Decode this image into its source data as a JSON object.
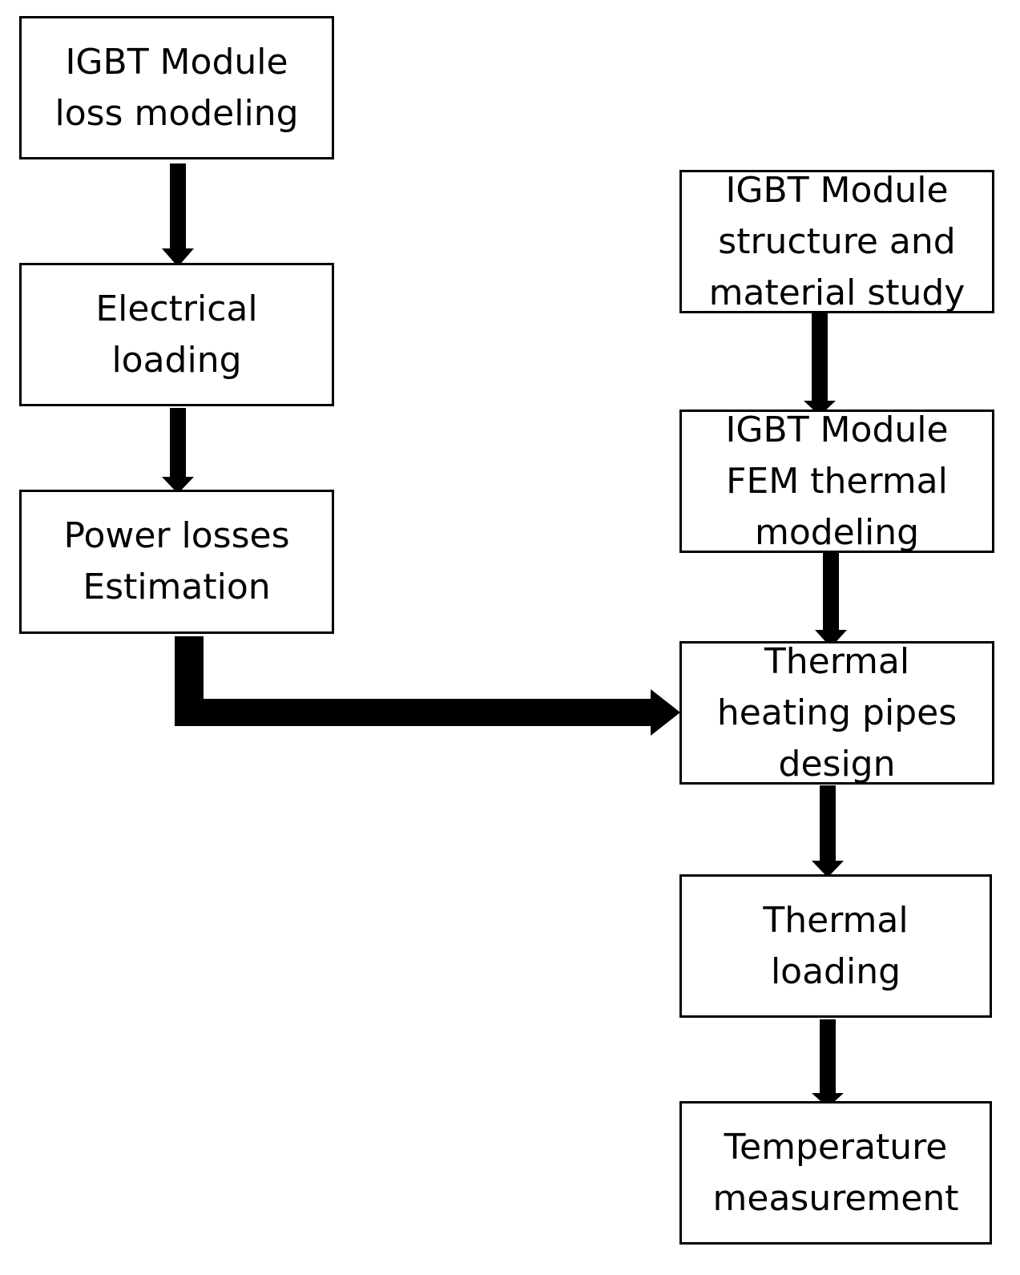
{
  "diagram": {
    "colors": {
      "stroke": "#000000",
      "fill": "#ffffff",
      "text": "#000000"
    },
    "nodes": {
      "loss_modeling": {
        "lines": [
          "IGBT Module",
          "loss modeling"
        ]
      },
      "electrical_loading": {
        "lines": [
          "Electrical",
          "loading"
        ]
      },
      "power_losses": {
        "lines": [
          "Power losses",
          "Estimation"
        ]
      },
      "structure_study": {
        "lines": [
          "IGBT Module",
          "structure and",
          "material study"
        ]
      },
      "fem_modeling": {
        "lines": [
          "IGBT Module",
          "FEM thermal",
          "modeling"
        ]
      },
      "heating_pipes": {
        "lines": [
          "Thermal",
          "heating pipes",
          "design"
        ]
      },
      "thermal_loading": {
        "lines": [
          "Thermal",
          "loading"
        ]
      },
      "temperature_measurement": {
        "lines": [
          "Temperature",
          "measurement"
        ]
      }
    },
    "edges": [
      {
        "from": "loss_modeling",
        "to": "electrical_loading"
      },
      {
        "from": "electrical_loading",
        "to": "power_losses"
      },
      {
        "from": "power_losses",
        "to": "heating_pipes"
      },
      {
        "from": "structure_study",
        "to": "fem_modeling"
      },
      {
        "from": "fem_modeling",
        "to": "heating_pipes"
      },
      {
        "from": "heating_pipes",
        "to": "thermal_loading"
      },
      {
        "from": "thermal_loading",
        "to": "temperature_measurement"
      }
    ]
  }
}
